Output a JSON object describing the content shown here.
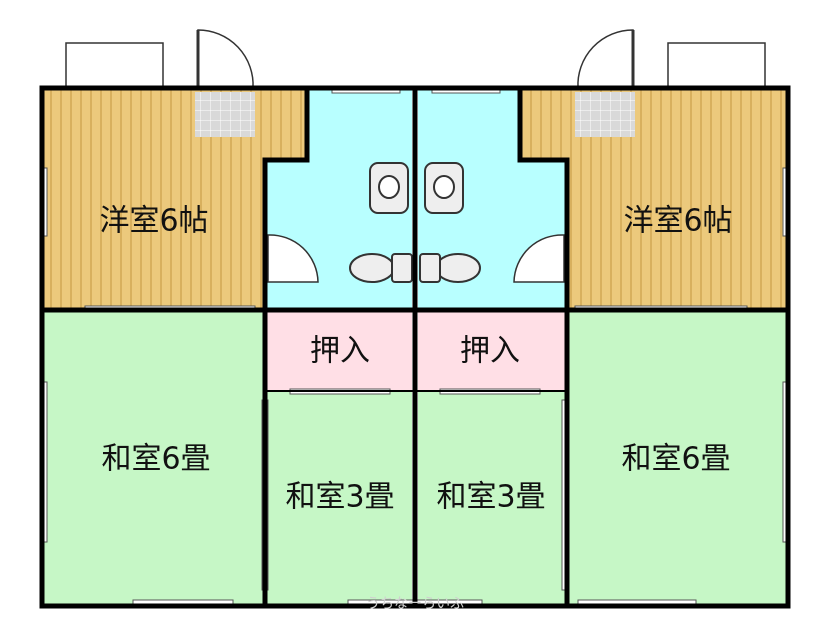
{
  "rooms": {
    "west_western_room": "洋室6帖",
    "east_western_room": "洋室6帖",
    "west_closet": "押入",
    "east_closet": "押入",
    "west_japanese_large": "和室6畳",
    "west_japanese_small": "和室3畳",
    "east_japanese_small": "和室3畳",
    "east_japanese_large": "和室6畳"
  },
  "watermark": "うちなーらいふ",
  "colors": {
    "wood_floor": "#ecc97c",
    "wood_stripe": "#d8b05e",
    "wet_area": "#b8ffff",
    "closet": "#ffdfe6",
    "tatami": "#c6f7c6",
    "tile": "#d9d9d9",
    "wall": "#000000",
    "balcony_outline": "#333333",
    "fixture_fill": "#eeeeee"
  },
  "icons": [
    "sink-icon",
    "toilet-icon",
    "door-swing-icon",
    "balcony-icon",
    "sliding-window-icon"
  ]
}
